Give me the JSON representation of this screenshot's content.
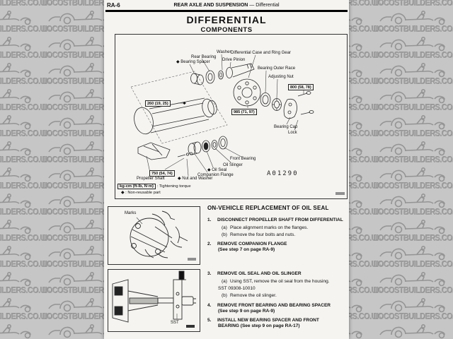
{
  "colors": {
    "paper": "#f5f4f1",
    "watermark_bg": "#c6c6c6",
    "ink": "#111111",
    "watermark_ink": "#9d9d9d"
  },
  "watermark": {
    "text": "LOCOSTBUILDERS.CO.UK"
  },
  "header": {
    "page_code": "RA-6",
    "section": "REAR AXLE AND SUSPENSION",
    "subsection": "—  Differential"
  },
  "title": "DIFFERENTIAL",
  "subtitle": "COMPONENTS",
  "diagram": {
    "labels": [
      "Washer",
      "Rear Bearing",
      "◆ Bearing Spacer",
      "Drive Pinion",
      "Differential Case and Ring Gear",
      "Bearing Outer Race",
      "Adjusting Nut",
      "Bearing Cap",
      "Lock",
      "Front Bearing",
      "Oil Slinger",
      "◆ Oil Seal",
      "Companion Flange",
      "Propeller Shaft",
      "◆ Nut and Washer"
    ],
    "torques": [
      "800 (58, 78)",
      "260 (19, 25)",
      "985 (71, 97)",
      "750 (54, 74)"
    ],
    "figure_code": "A01290",
    "legend": {
      "unit_box": "kg-cm (ft-lb, N·m)",
      "torque_label": ":  Tightening torque",
      "diamond": "◆",
      "nonreusable_label": ":  Non-reusable part"
    }
  },
  "figures": [
    {
      "caption": "Marks"
    },
    {
      "caption": "SST"
    }
  ],
  "procedure": {
    "heading": "ON-VEHICLE REPLACEMENT OF OIL SEAL",
    "steps": [
      {
        "num": "1.",
        "title": "DISCONNECT PROPELLER SHAFT FROM DIFFERENTIAL",
        "a_tag": "(a)",
        "a": "Place alignment marks on the flanges.",
        "b_tag": "(b)",
        "b": "Remove the four bolts and nuts."
      },
      {
        "num": "2.",
        "title": "REMOVE COMPANION FLANGE",
        "ref": "(See step 7 on page RA-9)"
      },
      {
        "num": "3.",
        "title": "REMOVE OIL SEAL AND OIL SLINGER",
        "a_tag": "(a)",
        "a": "Using SST, remove the oil seal from the housing.",
        "sst": "SST 09308-10010",
        "b_tag": "(b)",
        "b": "Remove the oil slinger."
      },
      {
        "num": "4.",
        "title": "REMOVE FRONT BEARING AND BEARING SPACER",
        "ref": "(See step 9 on page RA-9)"
      },
      {
        "num": "5.",
        "title": "INSTALL NEW BEARING SPACER AND FRONT",
        "title2": "BEARING (See step 9 on page RA-17)"
      }
    ]
  }
}
